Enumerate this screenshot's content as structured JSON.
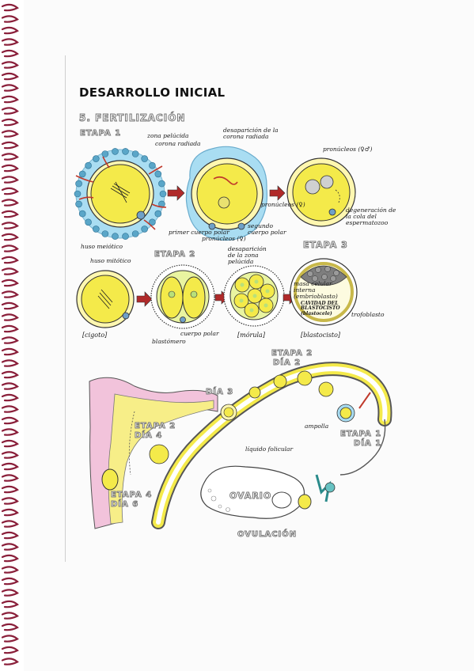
{
  "title": "DESARROLLO INICIAL",
  "section": "5. FERTILIZACIÓN",
  "top_stages": {
    "etapa1": "ETAPA 1",
    "etapa2": "ETAPA 2",
    "etapa3": "ETAPA 3"
  },
  "labels": {
    "zona_pelucida": "zona pelúcida",
    "corona_radiada": "corona radiada",
    "desaparicion_corona": "desaparición de la corona radiada",
    "pronucleos_mf": "pronúcleos (♀♂)",
    "pronucleos_f": "pronúcleos (♀)",
    "segundo_cuerpo_polar": "segundo cuerpo polar",
    "degeneracion": "degeneración de la cola del espermatozoo",
    "huso_meiotico": "huso meiótico",
    "primer_cuerpo_polar": "primer cuerpo polar",
    "pronucleos_bottom": "pronúcleos (♀)",
    "huso_mitotico": "huso mitótico",
    "cigoto": "[cigoto]",
    "blastomero": "blastómero",
    "cuerpo_polar": "cuerpo polar",
    "desaparicion_zona": "desaparición de la zona pelúcida",
    "morula": "[mórula]",
    "masa_celular": "masa celular interna (embrioblasto)",
    "cavidad": "CAVIDAD DEL BLASTOCISTO (blastocele)",
    "trofoblasto": "trofoblasto",
    "blastocisto": "[blastocisto]",
    "ampolla": "ampolla",
    "liquido_folicular": "líquido folicular"
  },
  "lower_stages": {
    "etapa2_dia2": [
      "ETAPA 2",
      "DÍA 2"
    ],
    "dia3": "DÍA 3",
    "etapa2_dia4": [
      "ETAPA 2",
      "DÍA 4"
    ],
    "etapa1_dia1": [
      "ETAPA 1",
      "DÍA 1"
    ],
    "etapa4_dia6": [
      "ETAPA 4",
      "DÍA 6"
    ],
    "ovario": "OVARIO",
    "ovulacion": "OVULACIÓN"
  },
  "colors": {
    "yellow": "#f4ea4a",
    "cyan": "#8fd3ef",
    "pink": "#f2c3db",
    "red": "#c0392b",
    "green": "#b8e07a",
    "teal": "#2a8b8b"
  }
}
